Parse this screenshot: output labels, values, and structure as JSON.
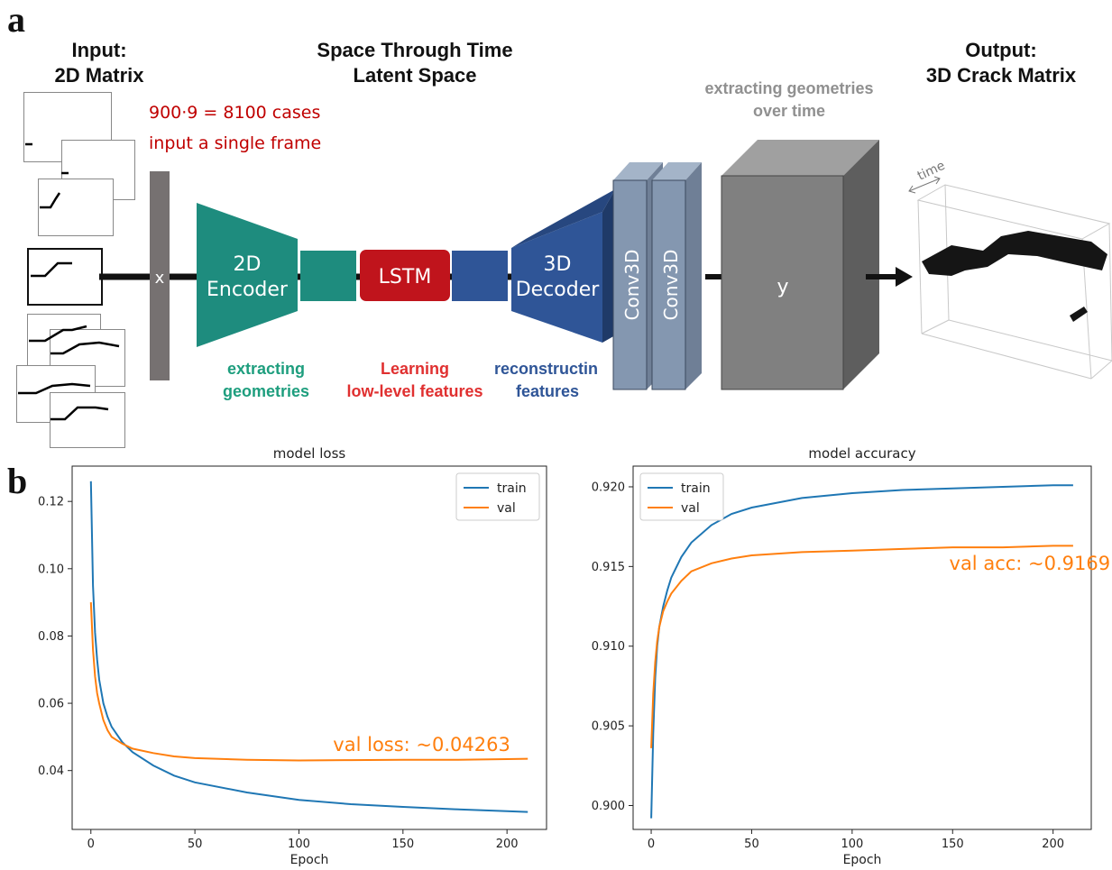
{
  "panel_a": {
    "letter": "a",
    "input_title_line1": "Input:",
    "input_title_line2": "2D Matrix",
    "latent_title_line1": "Space Through Time",
    "latent_title_line2": "Latent Space",
    "output_title_line1": "Output:",
    "output_title_line2": "3D Crack Matrix",
    "note_line1": "900·9 = 8100 cases",
    "note_line2": "input a single frame",
    "x_label": "x",
    "encoder_line1": "2D",
    "encoder_line2": "Encoder",
    "lstm_label": "LSTM",
    "decoder_line1": "3D",
    "decoder_line2": "Decoder",
    "conv1_label": "Conv3D",
    "conv2_label": "Conv3D",
    "y_label": "y",
    "time_label": "time",
    "extract_over_time_line1": "extracting geometries",
    "extract_over_time_line2": "over time",
    "caption_extract_line1": "extracting",
    "caption_extract_line2": "geometries",
    "caption_learning_line1": "Learning",
    "caption_learning_line2": "low-level features",
    "caption_recon_line1": "reconstructin",
    "caption_recon_line2": "features",
    "colors": {
      "encoder": "#1e8c7e",
      "lstm": "#c0141c",
      "decoder": "#2f5597",
      "conv": "#8497b0",
      "y_block": "#808080",
      "x_bar": "#767171",
      "note_red": "#c00000",
      "caption_green": "#1e9e7e",
      "caption_red": "#e03030",
      "caption_blue": "#2f5597",
      "caption_gray": "#909090"
    }
  },
  "panel_b": {
    "letter": "b",
    "chart_data": [
      {
        "type": "line",
        "title": "model loss",
        "xlabel": "Epoch",
        "ylabel": "",
        "xlim": [
          -9,
          219
        ],
        "ylim": [
          0.0225,
          0.1305
        ],
        "xticks": [
          0,
          50,
          100,
          150,
          200
        ],
        "yticks": [
          0.04,
          0.06,
          0.08,
          0.1,
          0.12
        ],
        "ytick_labels": [
          "0.04",
          "0.06",
          "0.08",
          "0.10",
          "0.12"
        ],
        "legend": "top-right",
        "annotation": "val loss: ~0.04263",
        "series": [
          {
            "name": "train",
            "color": "#1f77b4",
            "x": [
              0,
              1,
              2,
              3,
              4,
              6,
              8,
              10,
              15,
              20,
              30,
              40,
              50,
              75,
              100,
              125,
              150,
              175,
              200,
              210
            ],
            "y": [
              0.126,
              0.095,
              0.081,
              0.073,
              0.067,
              0.06,
              0.056,
              0.053,
              0.0485,
              0.0455,
              0.0415,
              0.0385,
              0.0365,
              0.0335,
              0.0313,
              0.03,
              0.0292,
              0.0285,
              0.0279,
              0.0277
            ]
          },
          {
            "name": "val",
            "color": "#ff7f0e",
            "x": [
              0,
              1,
              2,
              3,
              4,
              6,
              8,
              10,
              15,
              20,
              30,
              40,
              50,
              75,
              100,
              125,
              150,
              175,
              200,
              210
            ],
            "y": [
              0.09,
              0.076,
              0.068,
              0.063,
              0.06,
              0.055,
              0.052,
              0.05,
              0.048,
              0.0465,
              0.0452,
              0.0442,
              0.0437,
              0.0432,
              0.043,
              0.0431,
              0.0432,
              0.0432,
              0.0434,
              0.0435
            ]
          }
        ]
      },
      {
        "type": "line",
        "title": "model accuracy",
        "xlabel": "Epoch",
        "ylabel": "",
        "xlim": [
          -9,
          219
        ],
        "ylim": [
          0.8985,
          0.9213
        ],
        "xticks": [
          0,
          50,
          100,
          150,
          200
        ],
        "yticks": [
          0.9,
          0.905,
          0.91,
          0.915,
          0.92
        ],
        "ytick_labels": [
          "0.900",
          "0.905",
          "0.910",
          "0.915",
          "0.920"
        ],
        "legend": "top-left",
        "annotation": "val acc: ~0.9169",
        "series": [
          {
            "name": "train",
            "color": "#1f77b4",
            "x": [
              0,
              1,
              2,
              3,
              4,
              6,
              8,
              10,
              15,
              20,
              30,
              40,
              50,
              75,
              100,
              125,
              150,
              175,
              200,
              210
            ],
            "y": [
              0.8992,
              0.9045,
              0.908,
              0.91,
              0.9112,
              0.9125,
              0.9135,
              0.9143,
              0.9156,
              0.9165,
              0.9176,
              0.9183,
              0.9187,
              0.9193,
              0.9196,
              0.9198,
              0.9199,
              0.92,
              0.9201,
              0.9201
            ]
          },
          {
            "name": "val",
            "color": "#ff7f0e",
            "x": [
              0,
              1,
              2,
              3,
              4,
              6,
              8,
              10,
              15,
              20,
              30,
              40,
              50,
              75,
              100,
              125,
              150,
              175,
              200,
              210
            ],
            "y": [
              0.9036,
              0.907,
              0.909,
              0.9103,
              0.9112,
              0.9122,
              0.9128,
              0.9133,
              0.9141,
              0.9147,
              0.9152,
              0.9155,
              0.9157,
              0.9159,
              0.916,
              0.9161,
              0.9162,
              0.9162,
              0.9163,
              0.9163
            ]
          }
        ]
      }
    ]
  }
}
